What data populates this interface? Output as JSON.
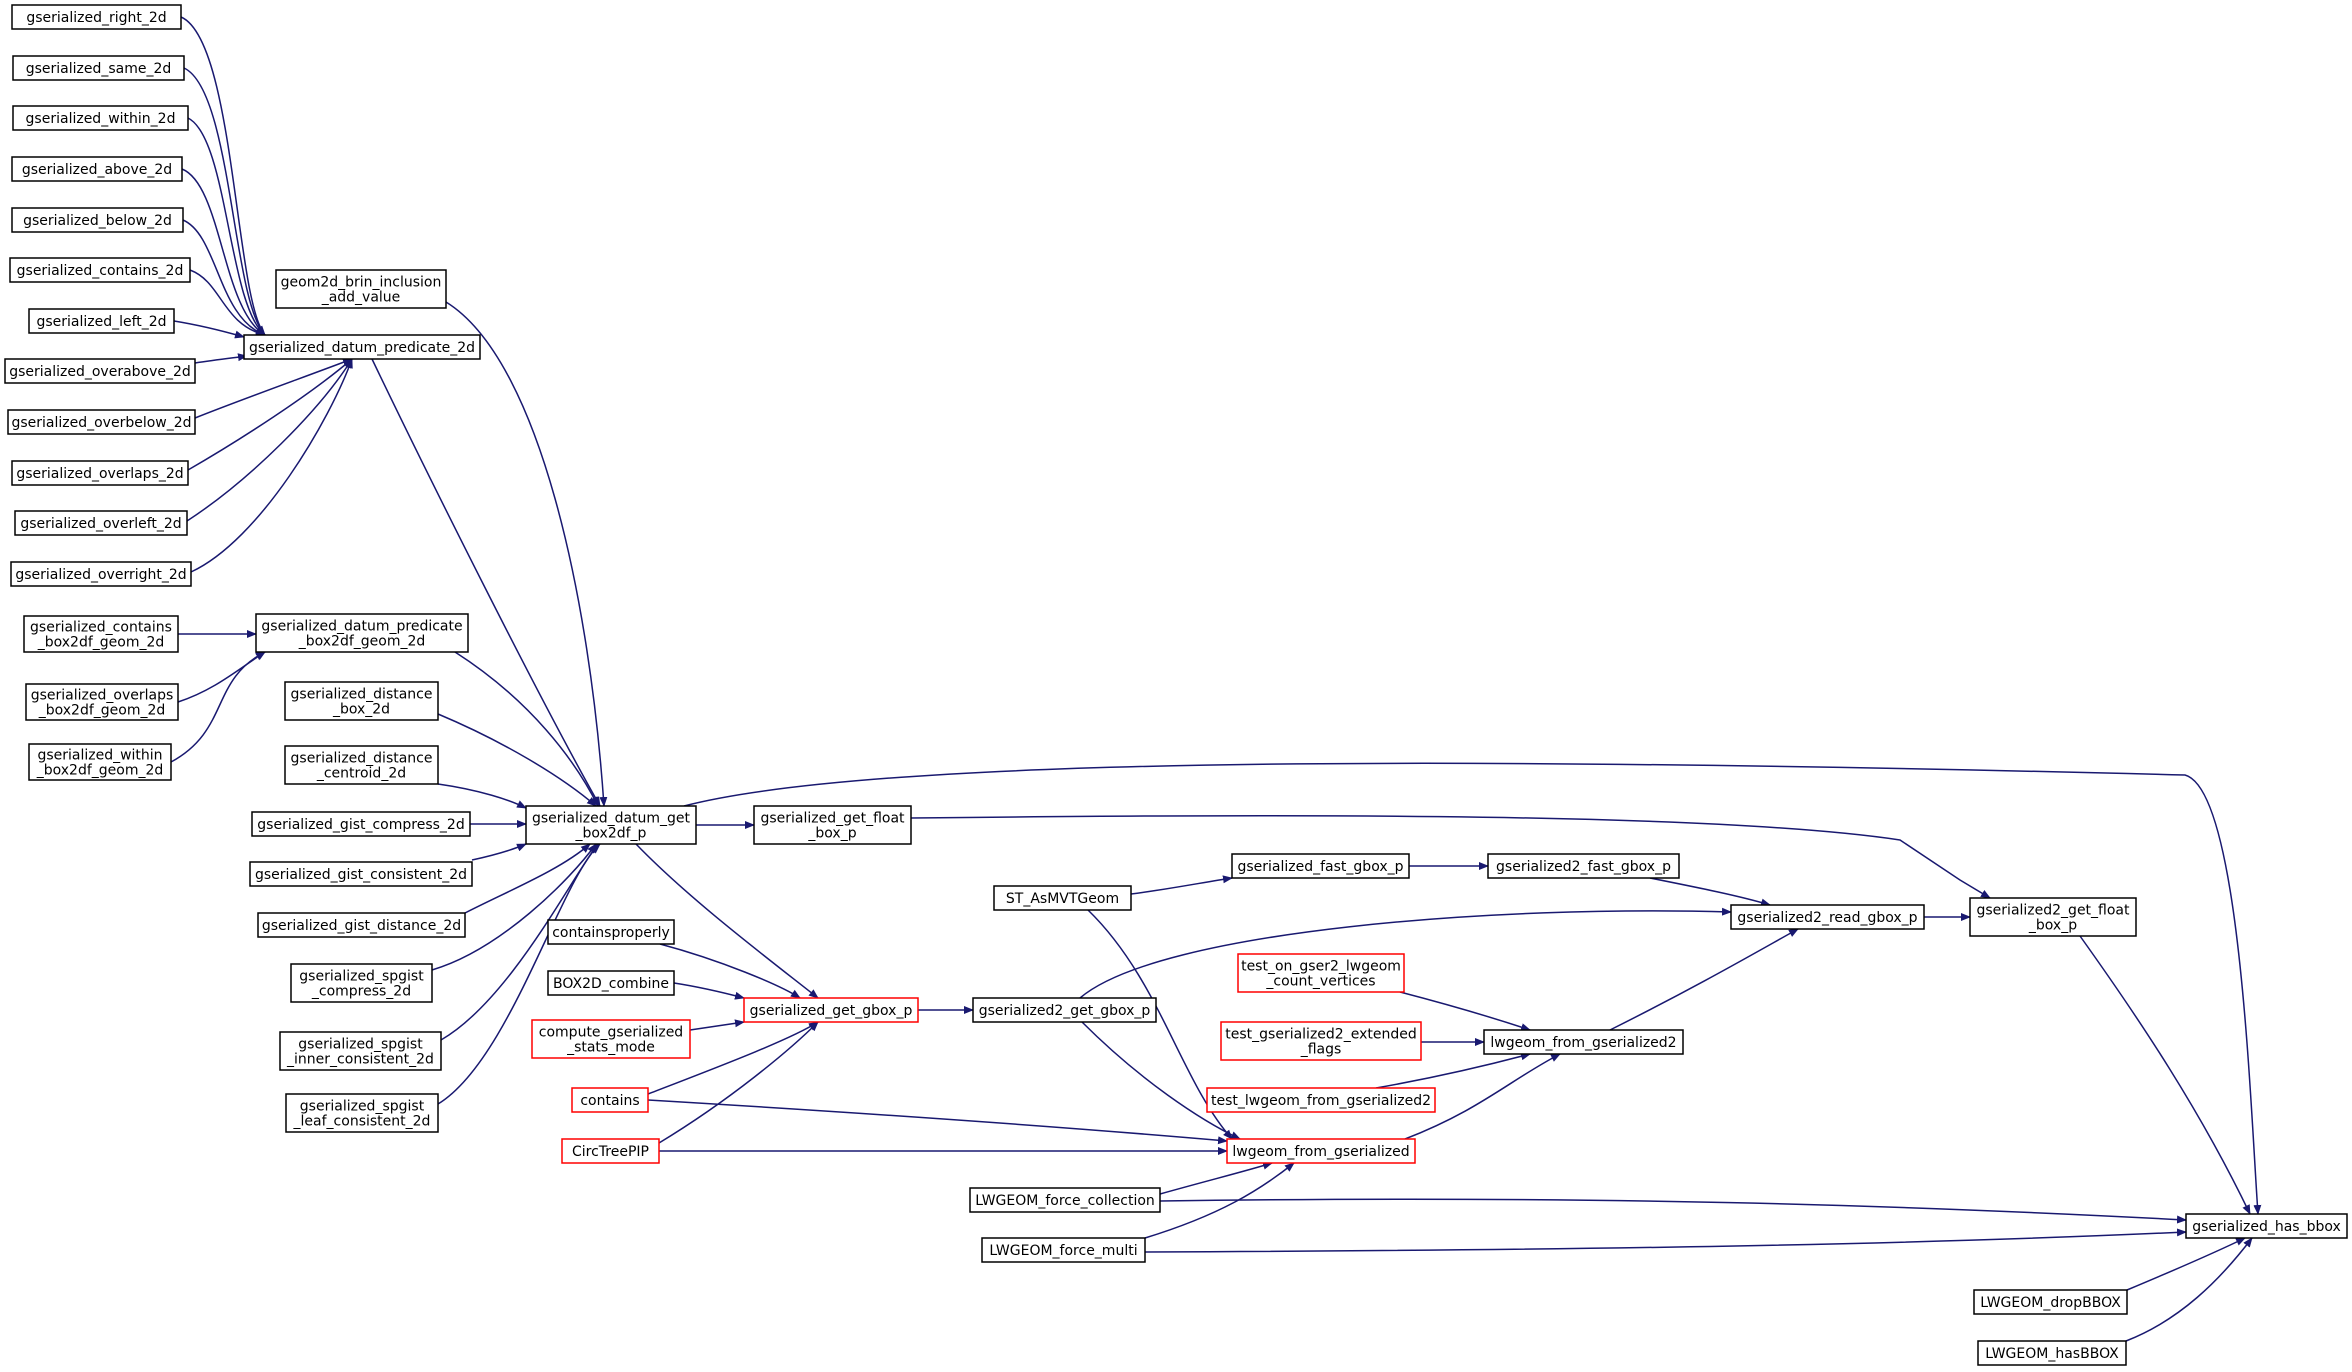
{
  "graph": {
    "colors": {
      "edge": "#191970",
      "node_border": "#000000",
      "node_border_truncated": "#ff0000",
      "root_fill": "#bfbfbf",
      "node_fill": "#ffffff"
    },
    "nodes": [
      {
        "id": "right2d",
        "label": "gserialized_right_2d"
      },
      {
        "id": "same2d",
        "label": "gserialized_same_2d"
      },
      {
        "id": "within2d",
        "label": "gserialized_within_2d"
      },
      {
        "id": "above2d",
        "label": "gserialized_above_2d"
      },
      {
        "id": "below2d",
        "label": "gserialized_below_2d"
      },
      {
        "id": "contains2d",
        "label": "gserialized_contains_2d"
      },
      {
        "id": "left2d",
        "label": "gserialized_left_2d"
      },
      {
        "id": "overabove2d",
        "label": "gserialized_overabove_2d"
      },
      {
        "id": "overbelow2d",
        "label": "gserialized_overbelow_2d"
      },
      {
        "id": "overlaps2d",
        "label": "gserialized_overlaps_2d"
      },
      {
        "id": "overleft2d",
        "label": "gserialized_overleft_2d"
      },
      {
        "id": "overright2d",
        "label": "gserialized_overright_2d"
      },
      {
        "id": "contains_bg",
        "label": "gserialized_contains\n_box2df_geom_2d"
      },
      {
        "id": "overlaps_bg",
        "label": "gserialized_overlaps\n_box2df_geom_2d"
      },
      {
        "id": "within_bg",
        "label": "gserialized_within\n_box2df_geom_2d"
      },
      {
        "id": "brin",
        "label": "geom2d_brin_inclusion\n_add_value"
      },
      {
        "id": "dpred2d",
        "label": "gserialized_datum_predicate_2d"
      },
      {
        "id": "dpredbg",
        "label": "gserialized_datum_predicate\n_box2df_geom_2d"
      },
      {
        "id": "distbox",
        "label": "gserialized_distance\n_box_2d"
      },
      {
        "id": "distcent",
        "label": "gserialized_distance\n_centroid_2d"
      },
      {
        "id": "gistcomp",
        "label": "gserialized_gist_compress_2d"
      },
      {
        "id": "gistcons",
        "label": "gserialized_gist_consistent_2d"
      },
      {
        "id": "gistdist",
        "label": "gserialized_gist_distance_2d"
      },
      {
        "id": "spgcomp",
        "label": "gserialized_spgist\n_compress_2d"
      },
      {
        "id": "spginner",
        "label": "gserialized_spgist\n_inner_consistent_2d"
      },
      {
        "id": "spgleaf",
        "label": "gserialized_spgist\n_leaf_consistent_2d"
      },
      {
        "id": "datumget",
        "label": "gserialized_datum_get\n_box2df_p"
      },
      {
        "id": "getfloat",
        "label": "gserialized_get_float\n_box_p"
      },
      {
        "id": "containsproperly",
        "label": "containsproperly"
      },
      {
        "id": "box2dcombine",
        "label": "BOX2D_combine"
      },
      {
        "id": "computestats",
        "label": "compute_gserialized\n_stats_mode",
        "truncated": true
      },
      {
        "id": "contains",
        "label": "contains",
        "truncated": true
      },
      {
        "id": "circtree",
        "label": "CircTreePIP",
        "truncated": true
      },
      {
        "id": "getgbox",
        "label": "gserialized_get_gbox_p",
        "truncated": true
      },
      {
        "id": "g2getgbox",
        "label": "gserialized2_get_gbox_p"
      },
      {
        "id": "asmvt",
        "label": "ST_AsMVTGeom"
      },
      {
        "id": "fastgbox",
        "label": "gserialized_fast_gbox_p"
      },
      {
        "id": "g2fastgbox",
        "label": "gserialized2_fast_gbox_p"
      },
      {
        "id": "g2readgbox",
        "label": "gserialized2_read_gbox_p"
      },
      {
        "id": "g2getfloat",
        "label": "gserialized2_get_float\n_box_p"
      },
      {
        "id": "testongser",
        "label": "test_on_gser2_lwgeom\n_count_vertices",
        "truncated": true
      },
      {
        "id": "testext",
        "label": "test_gserialized2_extended\n_flags",
        "truncated": true
      },
      {
        "id": "testlwg",
        "label": "test_lwgeom_from_gserialized2",
        "truncated": true
      },
      {
        "id": "lwgfromg2",
        "label": "lwgeom_from_gserialized2"
      },
      {
        "id": "lwgfromg",
        "label": "lwgeom_from_gserialized",
        "truncated": true
      },
      {
        "id": "forcecoll",
        "label": "LWGEOM_force_collection"
      },
      {
        "id": "forcemulti",
        "label": "LWGEOM_force_multi"
      },
      {
        "id": "dropbbox",
        "label": "LWGEOM_dropBBOX"
      },
      {
        "id": "hasbbox",
        "label": "LWGEOM_hasBBOX"
      },
      {
        "id": "root",
        "label": "gserialized_has_bbox",
        "root": true
      }
    ],
    "edges": [
      [
        "right2d",
        "dpred2d"
      ],
      [
        "same2d",
        "dpred2d"
      ],
      [
        "within2d",
        "dpred2d"
      ],
      [
        "above2d",
        "dpred2d"
      ],
      [
        "below2d",
        "dpred2d"
      ],
      [
        "contains2d",
        "dpred2d"
      ],
      [
        "left2d",
        "dpred2d"
      ],
      [
        "overabove2d",
        "dpred2d"
      ],
      [
        "overbelow2d",
        "dpred2d"
      ],
      [
        "overlaps2d",
        "dpred2d"
      ],
      [
        "overleft2d",
        "dpred2d"
      ],
      [
        "overright2d",
        "dpred2d"
      ],
      [
        "contains_bg",
        "dpredbg"
      ],
      [
        "overlaps_bg",
        "dpredbg"
      ],
      [
        "within_bg",
        "dpredbg"
      ],
      [
        "dpred2d",
        "datumget"
      ],
      [
        "brin",
        "datumget"
      ],
      [
        "dpredbg",
        "datumget"
      ],
      [
        "distbox",
        "datumget"
      ],
      [
        "distcent",
        "datumget"
      ],
      [
        "gistcomp",
        "datumget"
      ],
      [
        "gistcons",
        "datumget"
      ],
      [
        "gistdist",
        "datumget"
      ],
      [
        "spgcomp",
        "datumget"
      ],
      [
        "spginner",
        "datumget"
      ],
      [
        "spgleaf",
        "datumget"
      ],
      [
        "datumget",
        "getfloat"
      ],
      [
        "datumget",
        "getgbox"
      ],
      [
        "datumget",
        "root"
      ],
      [
        "containsproperly",
        "getgbox"
      ],
      [
        "box2dcombine",
        "getgbox"
      ],
      [
        "computestats",
        "getgbox"
      ],
      [
        "contains",
        "getgbox"
      ],
      [
        "circtree",
        "getgbox"
      ],
      [
        "getgbox",
        "g2getgbox"
      ],
      [
        "g2getgbox",
        "g2readgbox"
      ],
      [
        "g2getgbox",
        "lwgfromg"
      ],
      [
        "asmvt",
        "fastgbox"
      ],
      [
        "asmvt",
        "lwgfromg"
      ],
      [
        "fastgbox",
        "g2fastgbox"
      ],
      [
        "g2fastgbox",
        "g2readgbox"
      ],
      [
        "g2readgbox",
        "g2getfloat"
      ],
      [
        "lwgfromg2",
        "g2readgbox"
      ],
      [
        "testongser",
        "lwgfromg2"
      ],
      [
        "testext",
        "lwgfromg2"
      ],
      [
        "testlwg",
        "lwgfromg2"
      ],
      [
        "lwgfromg",
        "lwgfromg2"
      ],
      [
        "contains",
        "lwgfromg"
      ],
      [
        "circtree",
        "lwgfromg"
      ],
      [
        "forcecoll",
        "lwgfromg"
      ],
      [
        "forcemulti",
        "lwgfromg"
      ],
      [
        "getfloat",
        "g2getfloat"
      ],
      [
        "g2getfloat",
        "root"
      ],
      [
        "forcecoll",
        "root"
      ],
      [
        "forcemulti",
        "root"
      ],
      [
        "dropbbox",
        "root"
      ],
      [
        "hasbbox",
        "root"
      ]
    ]
  }
}
